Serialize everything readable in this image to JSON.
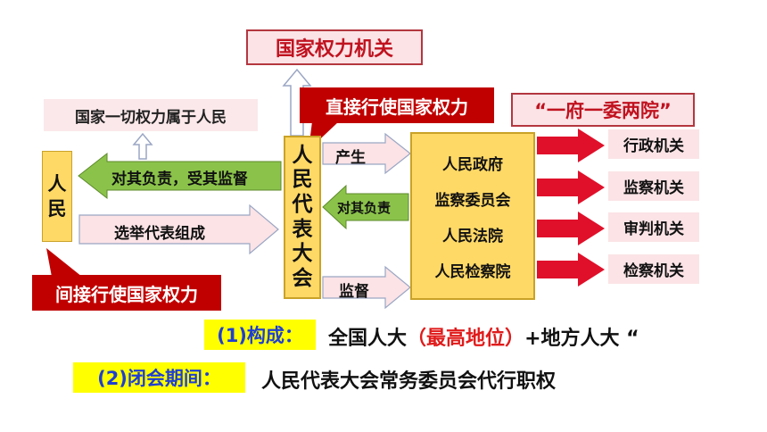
{
  "top_title": "国家权力机关",
  "statement": "国家一切权力属于人民",
  "direct_label": "直接行使国家权力",
  "one_gov_label": "“一府一委两院”",
  "people_box": [
    "人",
    "民"
  ],
  "npc_box": [
    "人",
    "民",
    "代",
    "表",
    "大",
    "会"
  ],
  "arrows": {
    "responsible_supervised": "对其负责，受其监督",
    "elect": "选举代表组成",
    "produce": "产生",
    "responsible": "对其负责",
    "supervise": "监督"
  },
  "organs": [
    "人民政府",
    "监察委员会",
    "人民法院",
    "人民检察院"
  ],
  "agencies": [
    "行政机关",
    "监察机关",
    "审判机关",
    "检察机关"
  ],
  "indirect_label": "间接行使国家权力",
  "composition": {
    "label": "(1)构成：",
    "part1": "全国人大",
    "paren_open": "（",
    "highlight": "最高地位",
    "paren_close": "）",
    "part2": "+地方人大",
    "trail": "“"
  },
  "recess": {
    "label": "(2)闭会期间：",
    "text": "人民代表大会常务委员会代行职权"
  },
  "colors": {
    "box_yellow": "#ffd966",
    "pink_fill": "#fbe3e6",
    "dark_red": "#c00000",
    "green_arrow": "#8bc34a",
    "red_arrow": "#e0102a",
    "highlight_yellow": "#ffff00",
    "blue_text": "#1f3fd1"
  }
}
